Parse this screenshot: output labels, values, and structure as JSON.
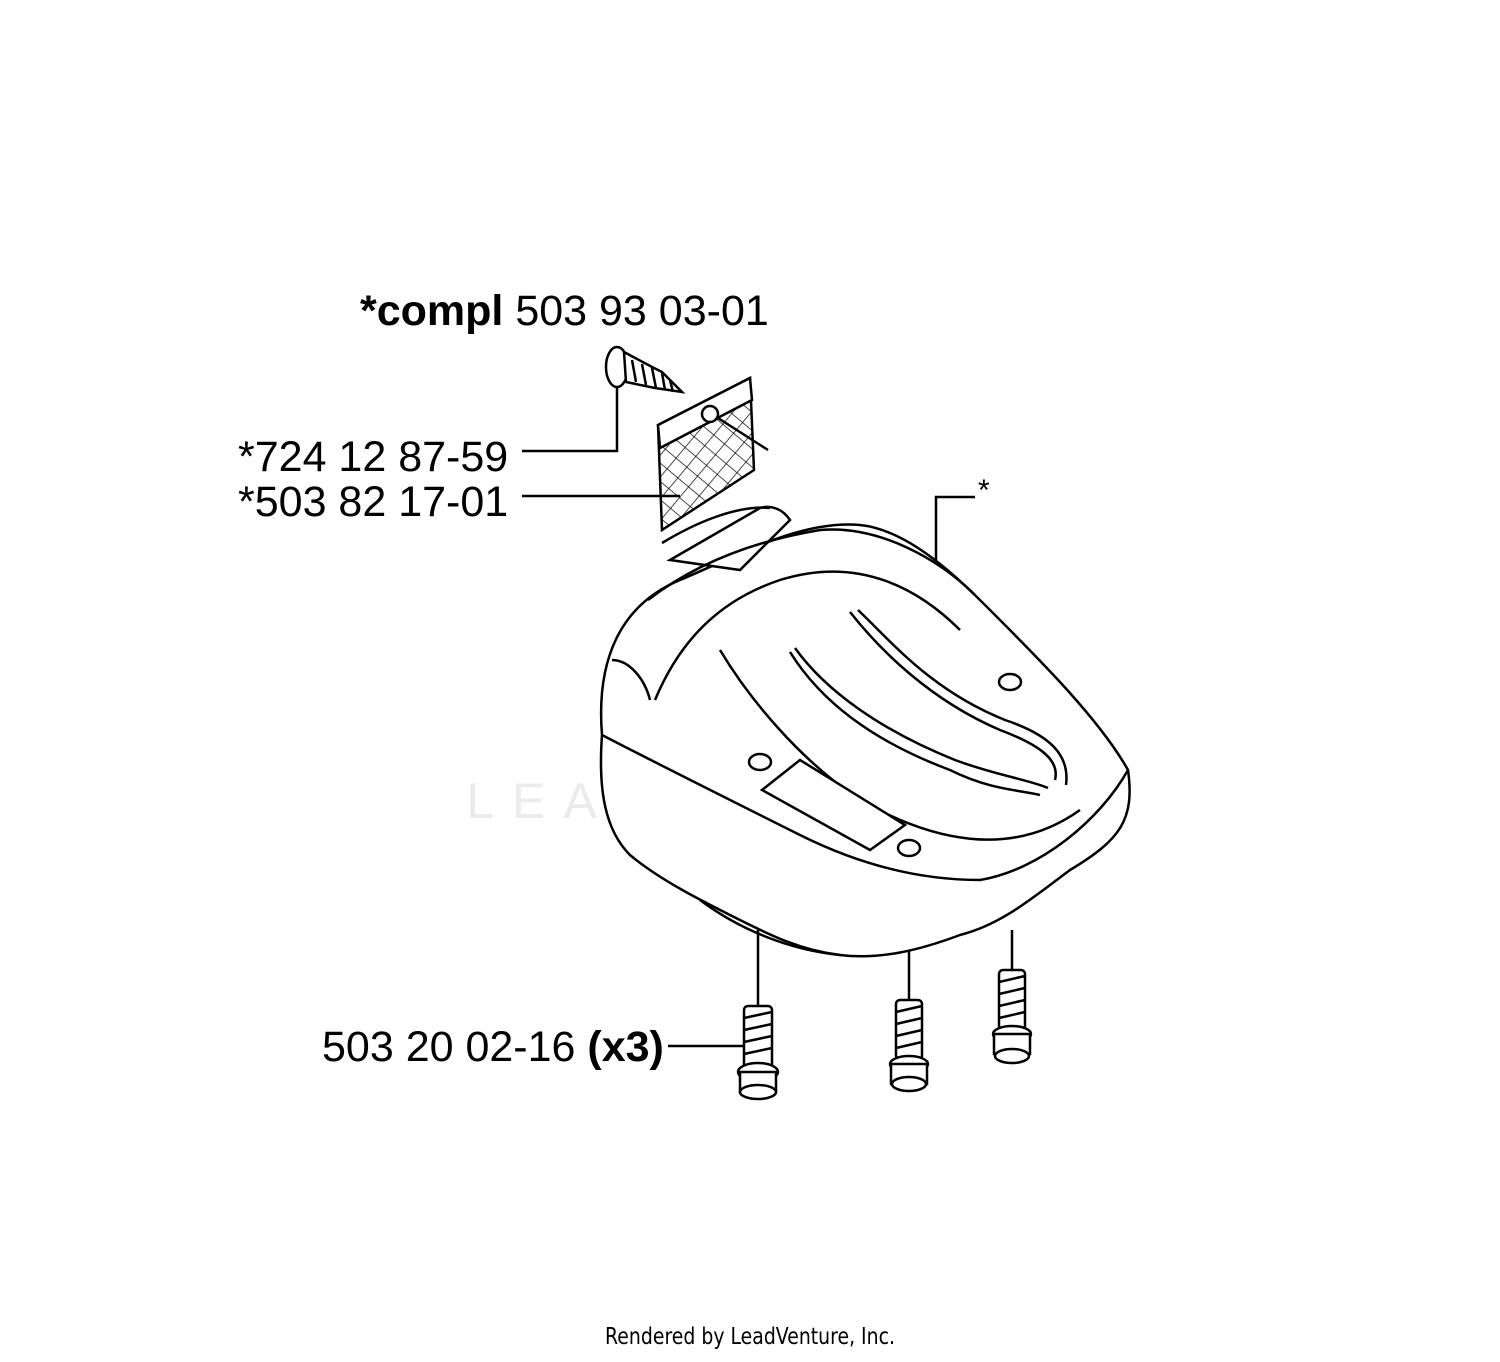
{
  "parts": {
    "compl": {
      "prefix": "*compl",
      "number": "503 93 03-01"
    },
    "screw": {
      "number": "*724 12 87-59"
    },
    "screen": {
      "number": "*503 82 17-01"
    },
    "cover": {
      "mark": "*"
    },
    "bolts": {
      "number": "503 20 02-16",
      "qty": "(x3)"
    }
  },
  "watermark": {
    "text": "LEADVENTURE"
  },
  "footer": {
    "text": "Rendered by LeadVenture, Inc."
  },
  "colors": {
    "ink": "#000000",
    "watermark": "#e6e6e6",
    "background": "#ffffff"
  }
}
